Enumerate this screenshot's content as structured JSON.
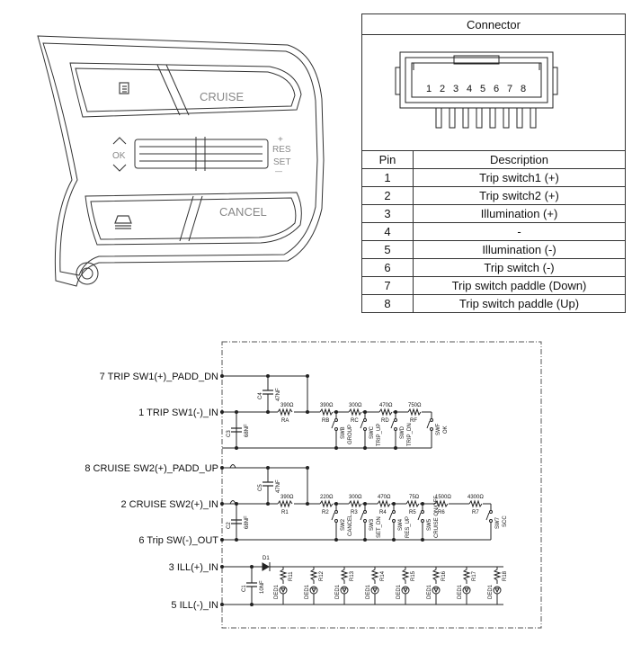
{
  "connector": {
    "title": "Connector",
    "pin_numbers": [
      "1",
      "2",
      "3",
      "4",
      "5",
      "6",
      "7",
      "8"
    ],
    "col_pin": "Pin",
    "col_desc": "Description",
    "rows": [
      {
        "pin": "1",
        "desc": "Trip switch1 (+)"
      },
      {
        "pin": "2",
        "desc": "Trip switch2 (+)"
      },
      {
        "pin": "3",
        "desc": "Illumination (+)"
      },
      {
        "pin": "4",
        "desc": "-"
      },
      {
        "pin": "5",
        "desc": "Illumination (-)"
      },
      {
        "pin": "6",
        "desc": "Trip switch (-)"
      },
      {
        "pin": "7",
        "desc": "Trip switch paddle (Down)"
      },
      {
        "pin": "8",
        "desc": "Trip switch paddle (Up)"
      }
    ]
  },
  "switch_panel": {
    "cruise": "CRUISE",
    "cancel": "CANCEL",
    "ok": "OK",
    "res_plus": "+",
    "res": "RES",
    "set": "SET",
    "set_minus": "—"
  },
  "schematic": {
    "terminals": {
      "t7": "7 TRIP SW1(+)_PADD_DN",
      "t1": "1 TRIP SW1(-)_IN",
      "t8": "8 CRUISE SW2(+)_PADD_UP",
      "t2": "2 CRUISE SW2(+)_IN",
      "t6": "6 Trip SW(-)_OUT",
      "t3": "3 ILL(+)_IN",
      "t5": "5 ILL(-)_IN"
    },
    "group1": {
      "cap_top_name": "C4",
      "cap_top_val": "47NF",
      "cap_bot_name": "C3",
      "cap_bot_val": "68NF",
      "resistors": [
        {
          "val": "390Ω",
          "name": "RA"
        },
        {
          "val": "390Ω",
          "name": "RB"
        },
        {
          "val": "300Ω",
          "name": "RC"
        },
        {
          "val": "470Ω",
          "name": "RD"
        },
        {
          "val": "750Ω",
          "name": "RF"
        }
      ],
      "switches": [
        {
          "name": "SWB",
          "func": "GROUP"
        },
        {
          "name": "SWC",
          "func": "TRIP_UP"
        },
        {
          "name": "SWD",
          "func": "TRIP_DN"
        },
        {
          "name": "SWF",
          "func": "OK"
        }
      ]
    },
    "group2": {
      "cap_top_name": "C5",
      "cap_top_val": "47NF",
      "cap_bot_name": "C2",
      "cap_bot_val": "68NF",
      "resistors": [
        {
          "val": "390Ω",
          "name": "R1"
        },
        {
          "val": "220Ω",
          "name": "R2"
        },
        {
          "val": "300Ω",
          "name": "R3"
        },
        {
          "val": "470Ω",
          "name": "R4"
        },
        {
          "val": "75Ω",
          "name": "R5"
        },
        {
          "val": "1500Ω",
          "name": "R6"
        },
        {
          "val": "4300Ω",
          "name": "R7"
        }
      ],
      "switches": [
        {
          "name": "SW2",
          "func": "CANCEL"
        },
        {
          "name": "SW3",
          "func": "SET_DN"
        },
        {
          "name": "SW4",
          "func": "RES_UP"
        },
        {
          "name": "SW5",
          "func": "CRUISE ON/OFF"
        },
        {
          "name": "SW7",
          "func": "SCC"
        }
      ]
    },
    "ill": {
      "diode": "D1",
      "cap_name": "C1",
      "cap_val": "10NF",
      "resistors": [
        "R11",
        "R12",
        "R13",
        "R14",
        "R15",
        "R16",
        "R17",
        "R18"
      ],
      "led": "DED1"
    }
  }
}
